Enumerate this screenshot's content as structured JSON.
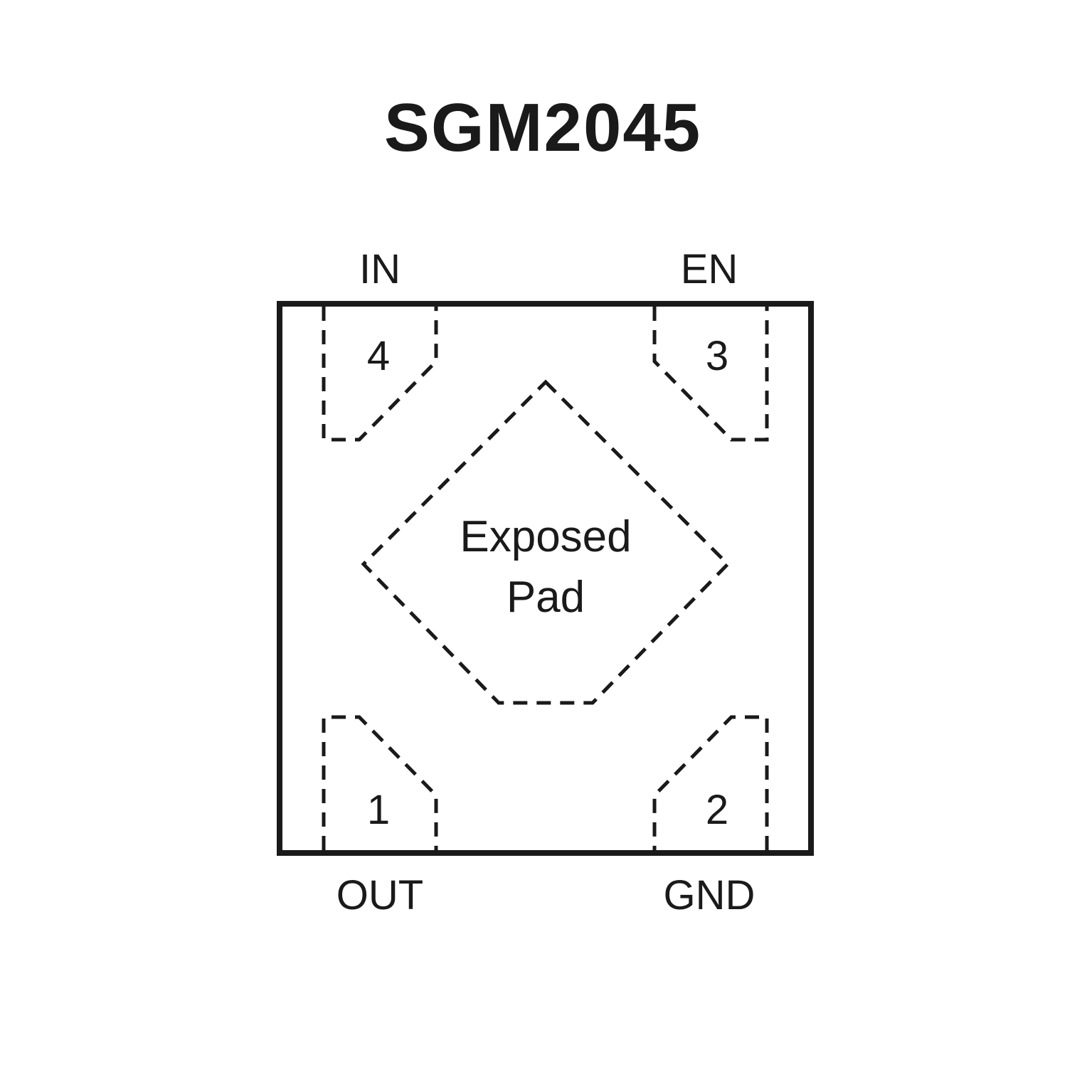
{
  "title": "SGM2045",
  "diagram": {
    "exposed_pad": {
      "line1": "Exposed",
      "line2": "Pad"
    },
    "pins": [
      {
        "number": "4",
        "label": "IN",
        "position": "top-left"
      },
      {
        "number": "3",
        "label": "EN",
        "position": "top-right"
      },
      {
        "number": "1",
        "label": "OUT",
        "position": "bottom-left"
      },
      {
        "number": "2",
        "label": "GND",
        "position": "bottom-right"
      }
    ],
    "colors": {
      "line": "#1a1a1a",
      "background": "#ffffff",
      "text": "#1a1a1a"
    }
  }
}
